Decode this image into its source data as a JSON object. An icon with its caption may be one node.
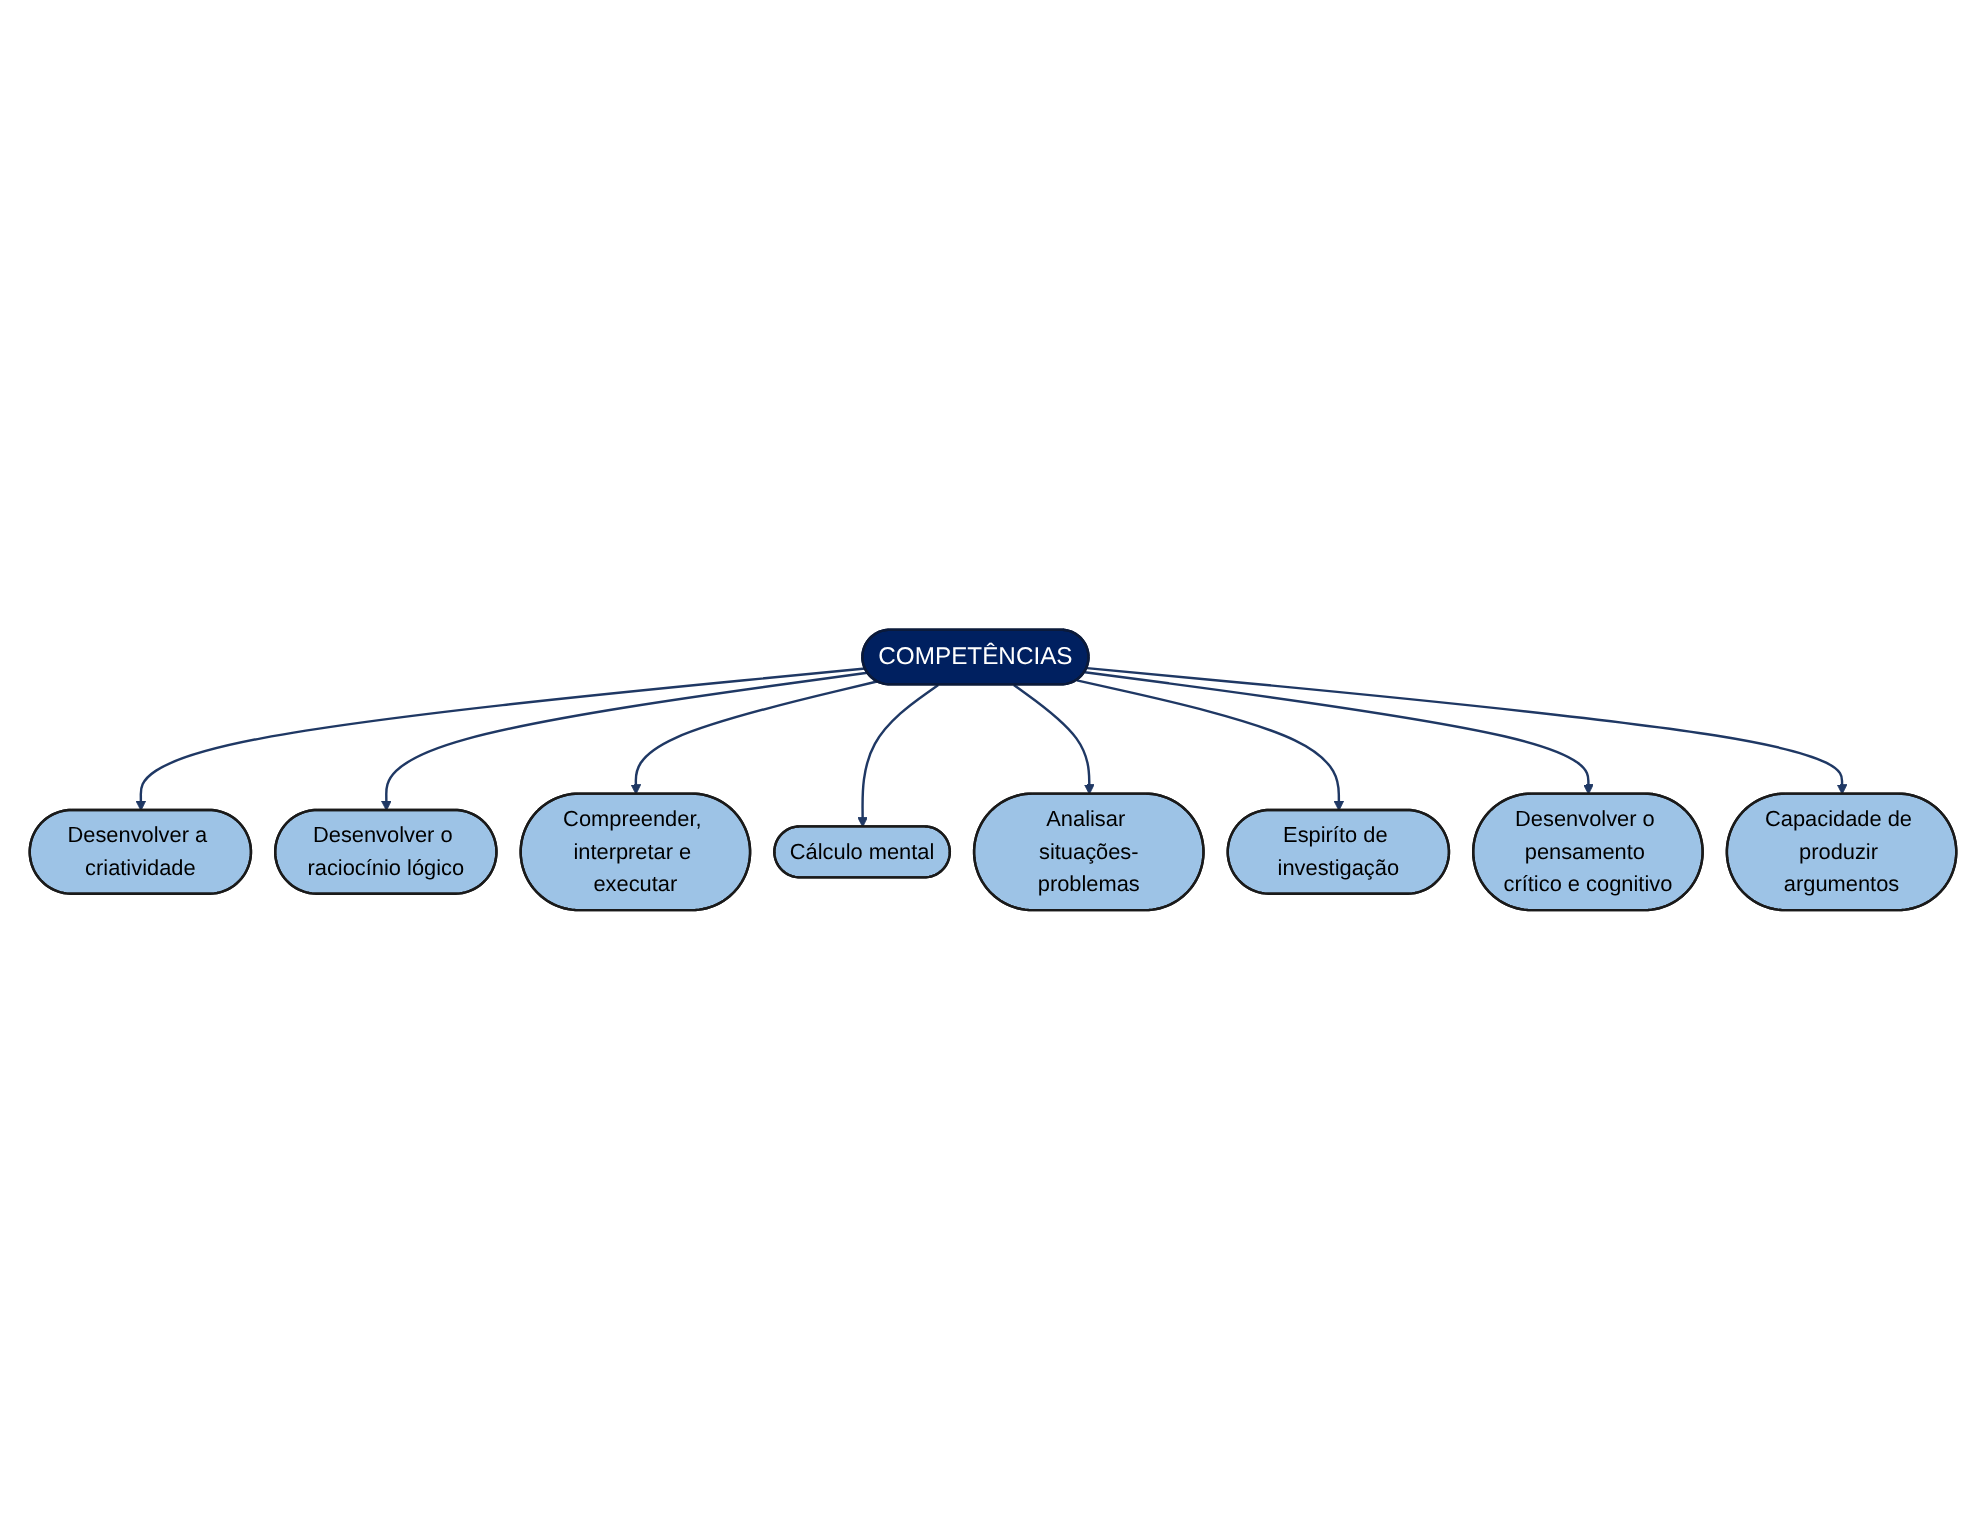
{
  "diagram": {
    "nodes": [
      {
        "text": [
          "COMPETÊNCIAS"
        ]
      },
      {
        "text": [
          "Desenvolver a criatividade"
        ]
      },
      {
        "text": [
          "Desenvolver o raciocínio lógico"
        ]
      },
      {
        "text": [
          "Compreender, interpretar e executar"
        ]
      },
      {
        "text": [
          "Cálculo mental"
        ]
      },
      {
        "text": [
          "Analisar situações-problemas"
        ]
      },
      {
        "text": [
          "Espiríto de investigação"
        ]
      },
      {
        "text": [
          "Desenvolver o pensamento crítico e cognitivo"
        ]
      },
      {
        "text": [
          "Capacidade de produzir argumentos"
        ]
      }
    ],
    "edges": [
      {
        "from": 0,
        "to": 1,
        "arrow": "to"
      },
      {
        "from": 0,
        "to": 2,
        "arrow": "to"
      },
      {
        "from": 0,
        "to": 3,
        "arrow": "to"
      },
      {
        "from": 0,
        "to": 4,
        "arrow": "to"
      },
      {
        "from": 0,
        "to": 5,
        "arrow": "to"
      },
      {
        "from": 0,
        "to": 6,
        "arrow": "to"
      },
      {
        "from": 0,
        "to": 7,
        "arrow": "to"
      },
      {
        "from": 0,
        "to": 8,
        "arrow": "to"
      }
    ]
  }
}
